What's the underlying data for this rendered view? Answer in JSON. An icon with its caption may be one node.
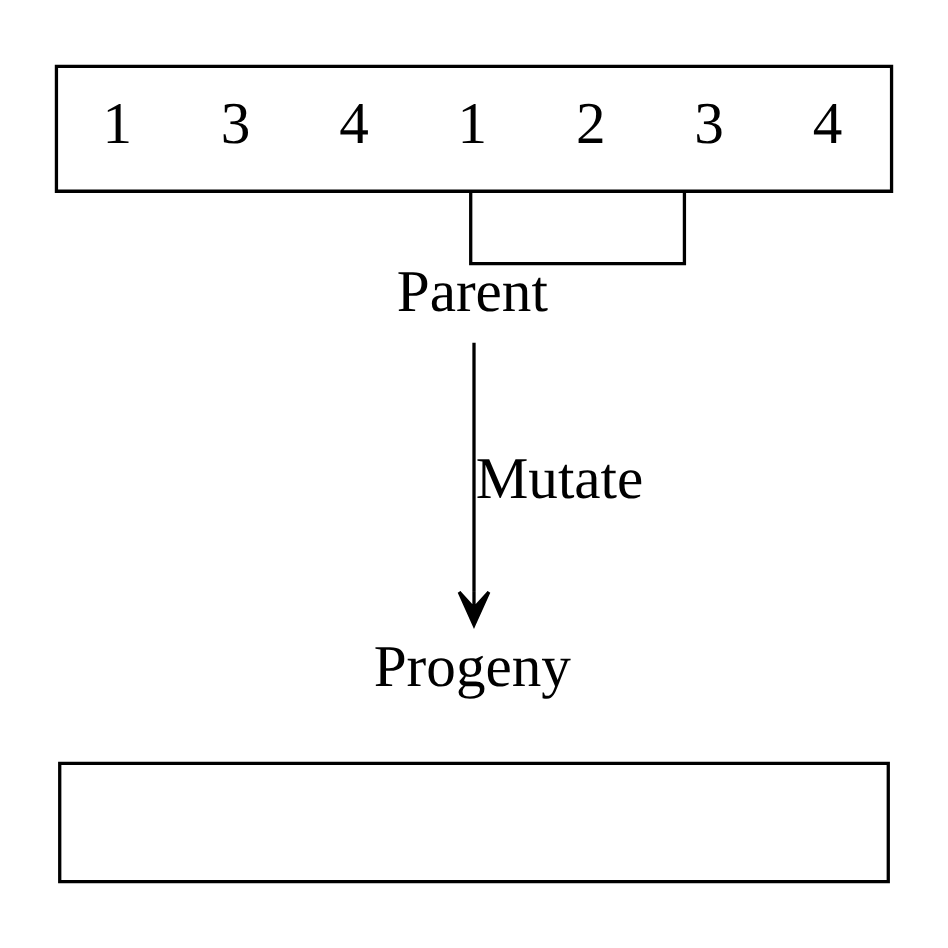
{
  "diagram": {
    "nodes": [
      {
        "text": [
          "1 3 4 1 2 3 4"
        ],
        "beside": [
          "Parent"
        ]
      },
      {
        "text": [],
        "shape": "box",
        "beside": [
          "Progeny"
        ]
      }
    ],
    "edges": [
      {
        "from": 0,
        "to": 1,
        "arrow": "to",
        "label": "Mutate"
      }
    ]
  }
}
